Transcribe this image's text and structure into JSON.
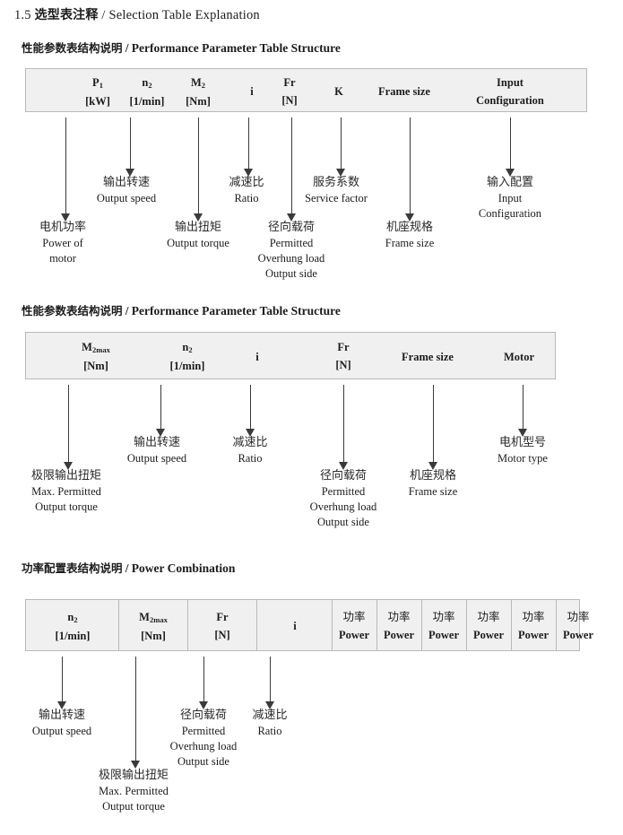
{
  "document": {
    "title_number": "1.5",
    "title_cn": "选型表注释",
    "title_sep": "/",
    "title_en": "Selection Table Explanation"
  },
  "sections": [
    {
      "heading_cn": "性能参数表结构说明",
      "heading_sep": "/",
      "heading_en": "Performance Parameter Table Structure",
      "table": {
        "columns": [
          {
            "line1": "P",
            "sub1": "1",
            "line2": "[kW]"
          },
          {
            "line1": "n",
            "sub1": "2",
            "line2": "[1/min]"
          },
          {
            "line1": "M",
            "sub1": "2",
            "line2": "[Nm]"
          },
          {
            "line1": "i",
            "sub1": "",
            "line2": ""
          },
          {
            "line1": "Fr",
            "sub1": "",
            "line2": "[N]"
          },
          {
            "line1": "K",
            "sub1": "",
            "line2": ""
          },
          {
            "line1": "Frame size",
            "sub1": "",
            "line2": ""
          },
          {
            "line1": "Input",
            "sub1": "",
            "line2": "Configuration"
          }
        ]
      },
      "annotations": [
        {
          "cn": "电机功率",
          "en": [
            "Power of",
            "motor"
          ]
        },
        {
          "cn": "输出转速",
          "en": [
            "Output speed"
          ]
        },
        {
          "cn": "输出扭矩",
          "en": [
            "Output torque"
          ]
        },
        {
          "cn": "减速比",
          "en": [
            "Ratio"
          ]
        },
        {
          "cn": "径向载荷",
          "en": [
            "Permitted",
            "Overhung load",
            "Output side"
          ]
        },
        {
          "cn": "服务系数",
          "en": [
            "Service factor"
          ]
        },
        {
          "cn": "机座规格",
          "en": [
            "Frame size"
          ]
        },
        {
          "cn": "输入配置",
          "en": [
            "Input",
            "Configuration"
          ]
        }
      ]
    },
    {
      "heading_cn": "性能参数表结构说明",
      "heading_sep": "/",
      "heading_en": "Performance Parameter Table Structure",
      "table": {
        "columns": [
          {
            "line1": "M",
            "sub1": "2max",
            "line2": "[Nm]"
          },
          {
            "line1": "n",
            "sub1": "2",
            "line2": "[1/min]"
          },
          {
            "line1": "i",
            "sub1": "",
            "line2": ""
          },
          {
            "line1": "Fr",
            "sub1": "",
            "line2": "[N]"
          },
          {
            "line1": "Frame size",
            "sub1": "",
            "line2": ""
          },
          {
            "line1": "Motor",
            "sub1": "",
            "line2": ""
          }
        ]
      },
      "annotations": [
        {
          "cn": "极限输出扭矩",
          "en": [
            "Max. Permitted",
            "Output  torque"
          ]
        },
        {
          "cn": "输出转速",
          "en": [
            "Output speed"
          ]
        },
        {
          "cn": "减速比",
          "en": [
            "Ratio"
          ]
        },
        {
          "cn": "径向载荷",
          "en": [
            "Permitted",
            "Overhung load",
            "Output side"
          ]
        },
        {
          "cn": "机座规格",
          "en": [
            "Frame size"
          ]
        },
        {
          "cn": "电机型号",
          "en": [
            "Motor type"
          ]
        }
      ]
    },
    {
      "heading_cn": "功率配置表结构说明",
      "heading_sep": "/",
      "heading_en": "Power Combination",
      "table": {
        "columns": [
          {
            "line1": "n",
            "sub1": "2",
            "line2": "[1/min]"
          },
          {
            "line1": "M",
            "sub1": "2max",
            "line2": "[Nm]"
          },
          {
            "line1": "Fr",
            "sub1": "",
            "line2": "[N]"
          },
          {
            "line1": "i",
            "sub1": "",
            "line2": ""
          },
          {
            "line1": "功率",
            "sub1": "",
            "line2": "Power"
          },
          {
            "line1": "功率",
            "sub1": "",
            "line2": "Power"
          },
          {
            "line1": "功率",
            "sub1": "",
            "line2": "Power"
          },
          {
            "line1": "功率",
            "sub1": "",
            "line2": "Power"
          },
          {
            "line1": "功率",
            "sub1": "",
            "line2": "Power"
          },
          {
            "line1": "功率",
            "sub1": "",
            "line2": "Power"
          }
        ]
      },
      "annotations": [
        {
          "cn": "输出转速",
          "en": [
            "Output speed"
          ]
        },
        {
          "cn": "极限输出扭矩",
          "en": [
            "Max. Permitted",
            "Output  torque"
          ]
        },
        {
          "cn": "径向载荷",
          "en": [
            "Permitted",
            "Overhung load",
            "Output side"
          ]
        },
        {
          "cn": "减速比",
          "en": [
            "Ratio"
          ]
        }
      ]
    }
  ],
  "colors": {
    "table_fill": "#f1f0f0",
    "table_border": "#b9b9b9",
    "arrow": "#3a3a3a",
    "text": "#1c1c1c"
  }
}
